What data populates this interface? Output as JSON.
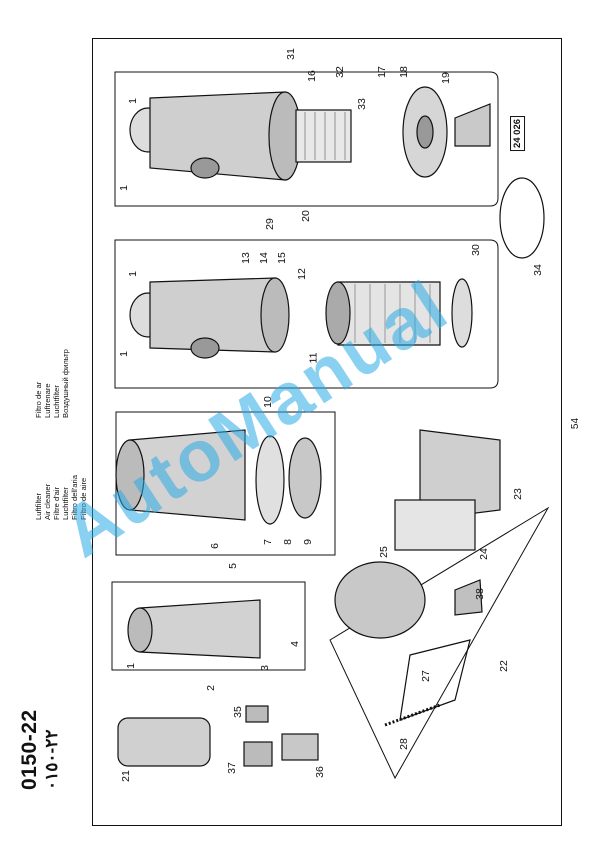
{
  "header": {
    "code": "0150-22",
    "code_arabic": "٢٢-٠١٥٠"
  },
  "legend": {
    "left": [
      "Luftfilter",
      "Air cleaner",
      "Filtre d'air",
      "Luchtfilter",
      "Filtro dell'aria",
      "Filtro de aire"
    ],
    "right": [
      "Filtro de ar",
      "Luftrenare",
      "Luchtfilter",
      "Воздушный фильтр"
    ]
  },
  "ref_box": "24 026",
  "page_number": "54",
  "watermark": "AutoManual",
  "callouts": [
    "1",
    "2",
    "3",
    "4",
    "5",
    "6",
    "7",
    "8",
    "9",
    "10",
    "11",
    "12",
    "13",
    "14",
    "15",
    "16",
    "17",
    "18",
    "19",
    "20",
    "21",
    "22",
    "23",
    "24",
    "25",
    "27",
    "28",
    "29",
    "30",
    "31",
    "32",
    "33",
    "34",
    "35",
    "36",
    "37",
    "38"
  ]
}
